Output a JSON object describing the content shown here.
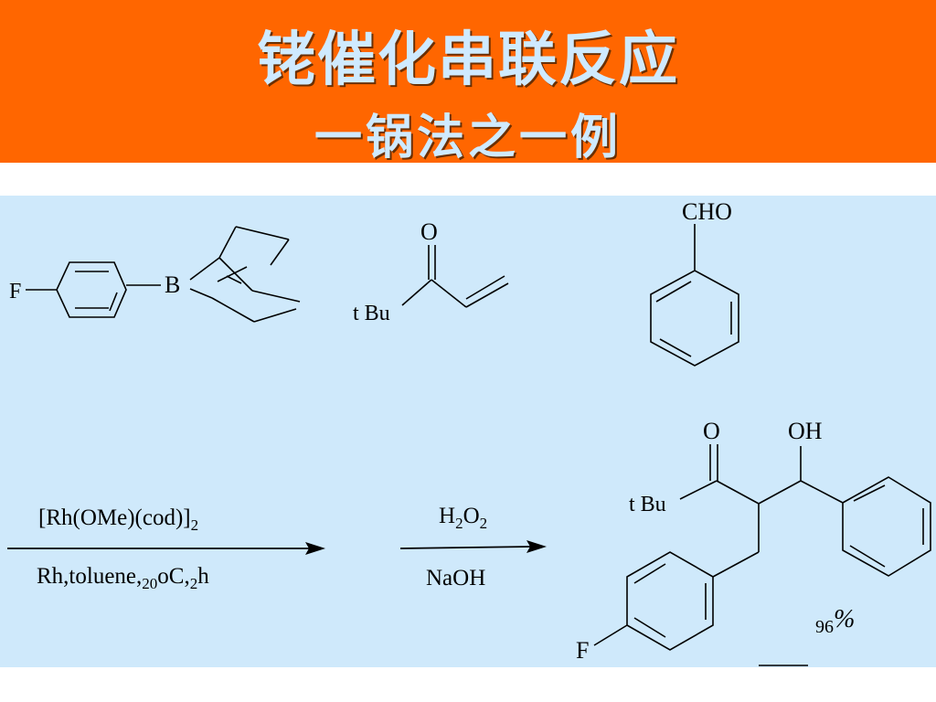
{
  "slide": {
    "title": "铑催化串联反应",
    "subtitle": "一锅法之一例"
  },
  "colors": {
    "header": "#ff6600",
    "panel": "#cfe9fb",
    "title_text": "#cfeaff"
  },
  "reactant1": {
    "label_f": "F",
    "label_b": "B"
  },
  "reactant2": {
    "label_o": "O",
    "label_tbu": "t Bu"
  },
  "reactant3": {
    "label_cho": "CHO"
  },
  "step1": {
    "above": {
      "a": "[Rh(OMe)(cod)]",
      "sub": "2"
    },
    "below": {
      "a": "Rh,toluene,",
      "sub1": "20",
      "b": "oC,",
      "sub2": "2",
      "c": "h"
    }
  },
  "step2": {
    "above": {
      "a": "H",
      "sub1": "2",
      "b": "O",
      "sub2": "2"
    },
    "below": "NaOH"
  },
  "product": {
    "label_o": "O",
    "label_oh": "OH",
    "label_tbu": "t Bu",
    "label_f": "F",
    "yield_num": "96",
    "yield_pct": "%"
  }
}
